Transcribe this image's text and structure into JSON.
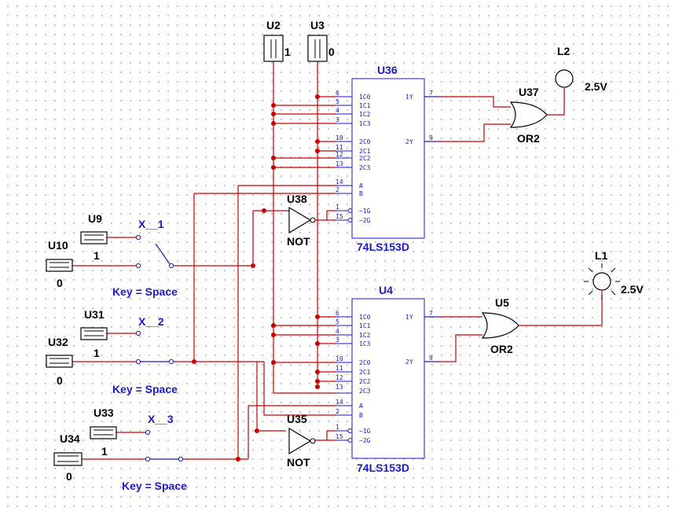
{
  "components": {
    "U2": {
      "ref": "U2",
      "value": "1"
    },
    "U3": {
      "ref": "U3",
      "value": "0"
    },
    "U9": {
      "ref": "U9",
      "value": "1"
    },
    "U10": {
      "ref": "U10",
      "value": "0"
    },
    "U31": {
      "ref": "U31",
      "value": "1"
    },
    "U32": {
      "ref": "U32",
      "value": "0"
    },
    "U33": {
      "ref": "U33",
      "value": "1"
    },
    "U34": {
      "ref": "U34",
      "value": "0"
    },
    "X1": {
      "ref": "X__1",
      "key": "Key = Space"
    },
    "X2": {
      "ref": "X__2",
      "key": "Key = Space"
    },
    "X3": {
      "ref": "X__3",
      "key": "Key = Space"
    },
    "U36": {
      "ref": "U36",
      "part": "74LS153D"
    },
    "U4": {
      "ref": "U4",
      "part": "74LS153D"
    },
    "U37": {
      "ref": "U37",
      "part": "OR2"
    },
    "U5": {
      "ref": "U5",
      "part": "OR2"
    },
    "U38": {
      "ref": "U38",
      "part": "NOT"
    },
    "U35": {
      "ref": "U35",
      "part": "NOT"
    },
    "L2": {
      "ref": "L2",
      "value": "2.5V"
    },
    "L1": {
      "ref": "L1",
      "value": "2.5V"
    }
  },
  "mux_pins": {
    "left": [
      {
        "num": "6",
        "name": "1C0"
      },
      {
        "num": "5",
        "name": "1C1"
      },
      {
        "num": "4",
        "name": "1C2"
      },
      {
        "num": "3",
        "name": "1C3"
      },
      {
        "num": "10",
        "name": "2C0"
      },
      {
        "num": "11",
        "name": "2C1"
      },
      {
        "num": "12",
        "name": "2C2"
      },
      {
        "num": "13",
        "name": "2C3"
      },
      {
        "num": "14",
        "name": "A"
      },
      {
        "num": "2",
        "name": "B"
      },
      {
        "num": "1",
        "name": "~1G"
      },
      {
        "num": "15",
        "name": "~2G"
      }
    ],
    "right": [
      {
        "num": "7",
        "name": "1Y"
      },
      {
        "num": "9",
        "name": "2Y"
      }
    ]
  }
}
